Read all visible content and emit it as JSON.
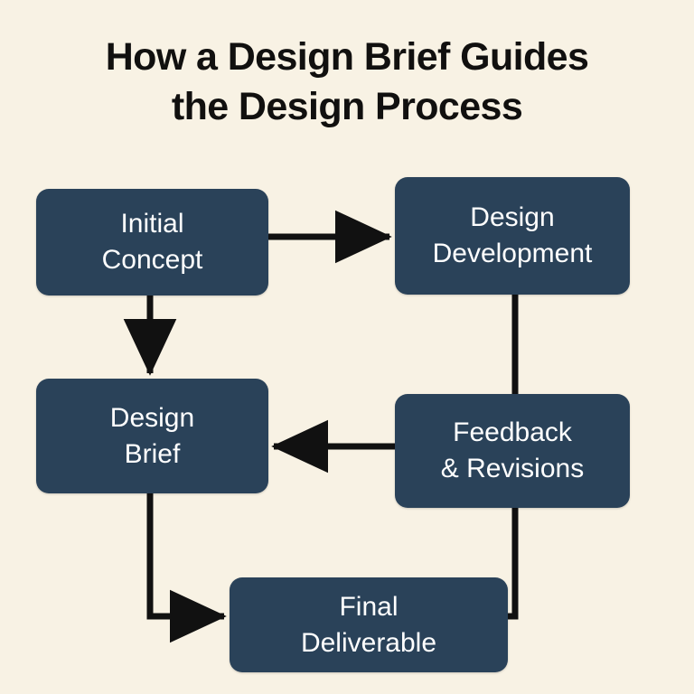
{
  "title": "How a Design Brief Guides\nthe Design Process",
  "colors": {
    "background": "#f8f2e4",
    "node_fill": "#2a4259",
    "node_text": "#ffffff",
    "title_text": "#11100f",
    "connector": "#111111"
  },
  "diagram": {
    "type": "flowchart",
    "nodes": [
      {
        "id": "initial-concept",
        "label": "Initial\nConcept"
      },
      {
        "id": "design-development",
        "label": "Design\nDevelopment"
      },
      {
        "id": "design-brief",
        "label": "Design\nBrief"
      },
      {
        "id": "feedback-revisions",
        "label": "Feedback\n& Revisions"
      },
      {
        "id": "final-deliverable",
        "label": "Final\nDeliverable"
      }
    ],
    "edges": [
      {
        "from": "initial-concept",
        "to": "design-development",
        "style": "straight-right",
        "arrow": true
      },
      {
        "from": "initial-concept",
        "to": "design-brief",
        "style": "straight-down",
        "arrow": true
      },
      {
        "from": "design-development",
        "to": "feedback-revisions",
        "style": "straight-down",
        "arrow": false
      },
      {
        "from": "feedback-revisions",
        "to": "design-brief",
        "style": "straight-left",
        "arrow": true
      },
      {
        "from": "design-brief",
        "to": "final-deliverable",
        "style": "elbow-down-right",
        "arrow": true
      },
      {
        "from": "feedback-revisions",
        "to": "final-deliverable",
        "style": "elbow-down-left",
        "arrow": false
      }
    ]
  }
}
